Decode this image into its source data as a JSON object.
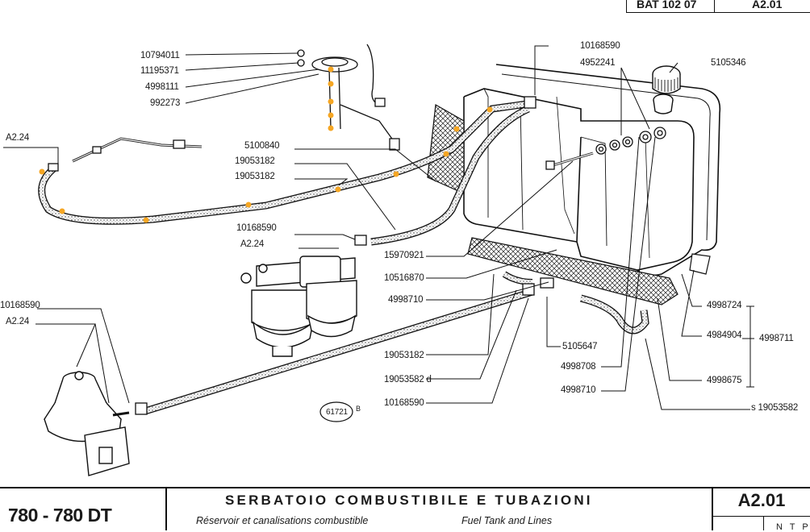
{
  "header": {
    "ref_left": "BAT 102 07",
    "ref_right": "A2.01"
  },
  "diagram": {
    "labels": {
      "p10794011": "10794011",
      "p11195371": "11195371",
      "p4998111": "4998111",
      "p992273": "992273",
      "p10168590_top": "10168590",
      "p4952241": "4952241",
      "p5105346": "5105346",
      "a224_left": "A2.24",
      "p5100840": "5100840",
      "p19053182_a": "19053182",
      "p19053182_b": "19053182",
      "p10168590_mid": "10168590",
      "a224_mid": "A2.24",
      "p15970921": "15970921",
      "p10516870": "10516870",
      "p4998710_a": "4998710",
      "p10168590_left": "10168590",
      "a224_lower": "A2.24",
      "p19053182_c": "19053182",
      "p19053582_d": "19053582 d",
      "p10168590_bot": "10168590",
      "p5105647": "5105647",
      "p4998708": "4998708",
      "p4998710_b": "4998710",
      "p4998724": "4998724",
      "p4984904": "4984904",
      "p4998711": "4998711",
      "p4998675": "4998675",
      "p19053582_s": "s  19053582",
      "figure_no": "61721",
      "figure_suffix": "B"
    }
  },
  "footer": {
    "model": "780 - 780 DT",
    "title_it": "SERBATOIO COMBUSTIBILE E TUBAZIONI",
    "title_fr": "Réservoir et canalisations combustible",
    "title_en": "Fuel Tank and Lines",
    "section": "A2.01",
    "ntp": "N T P"
  },
  "colors": {
    "ink": "#1a1a1a",
    "paper": "#ffffff",
    "highlight_dot": "#f5a623"
  }
}
